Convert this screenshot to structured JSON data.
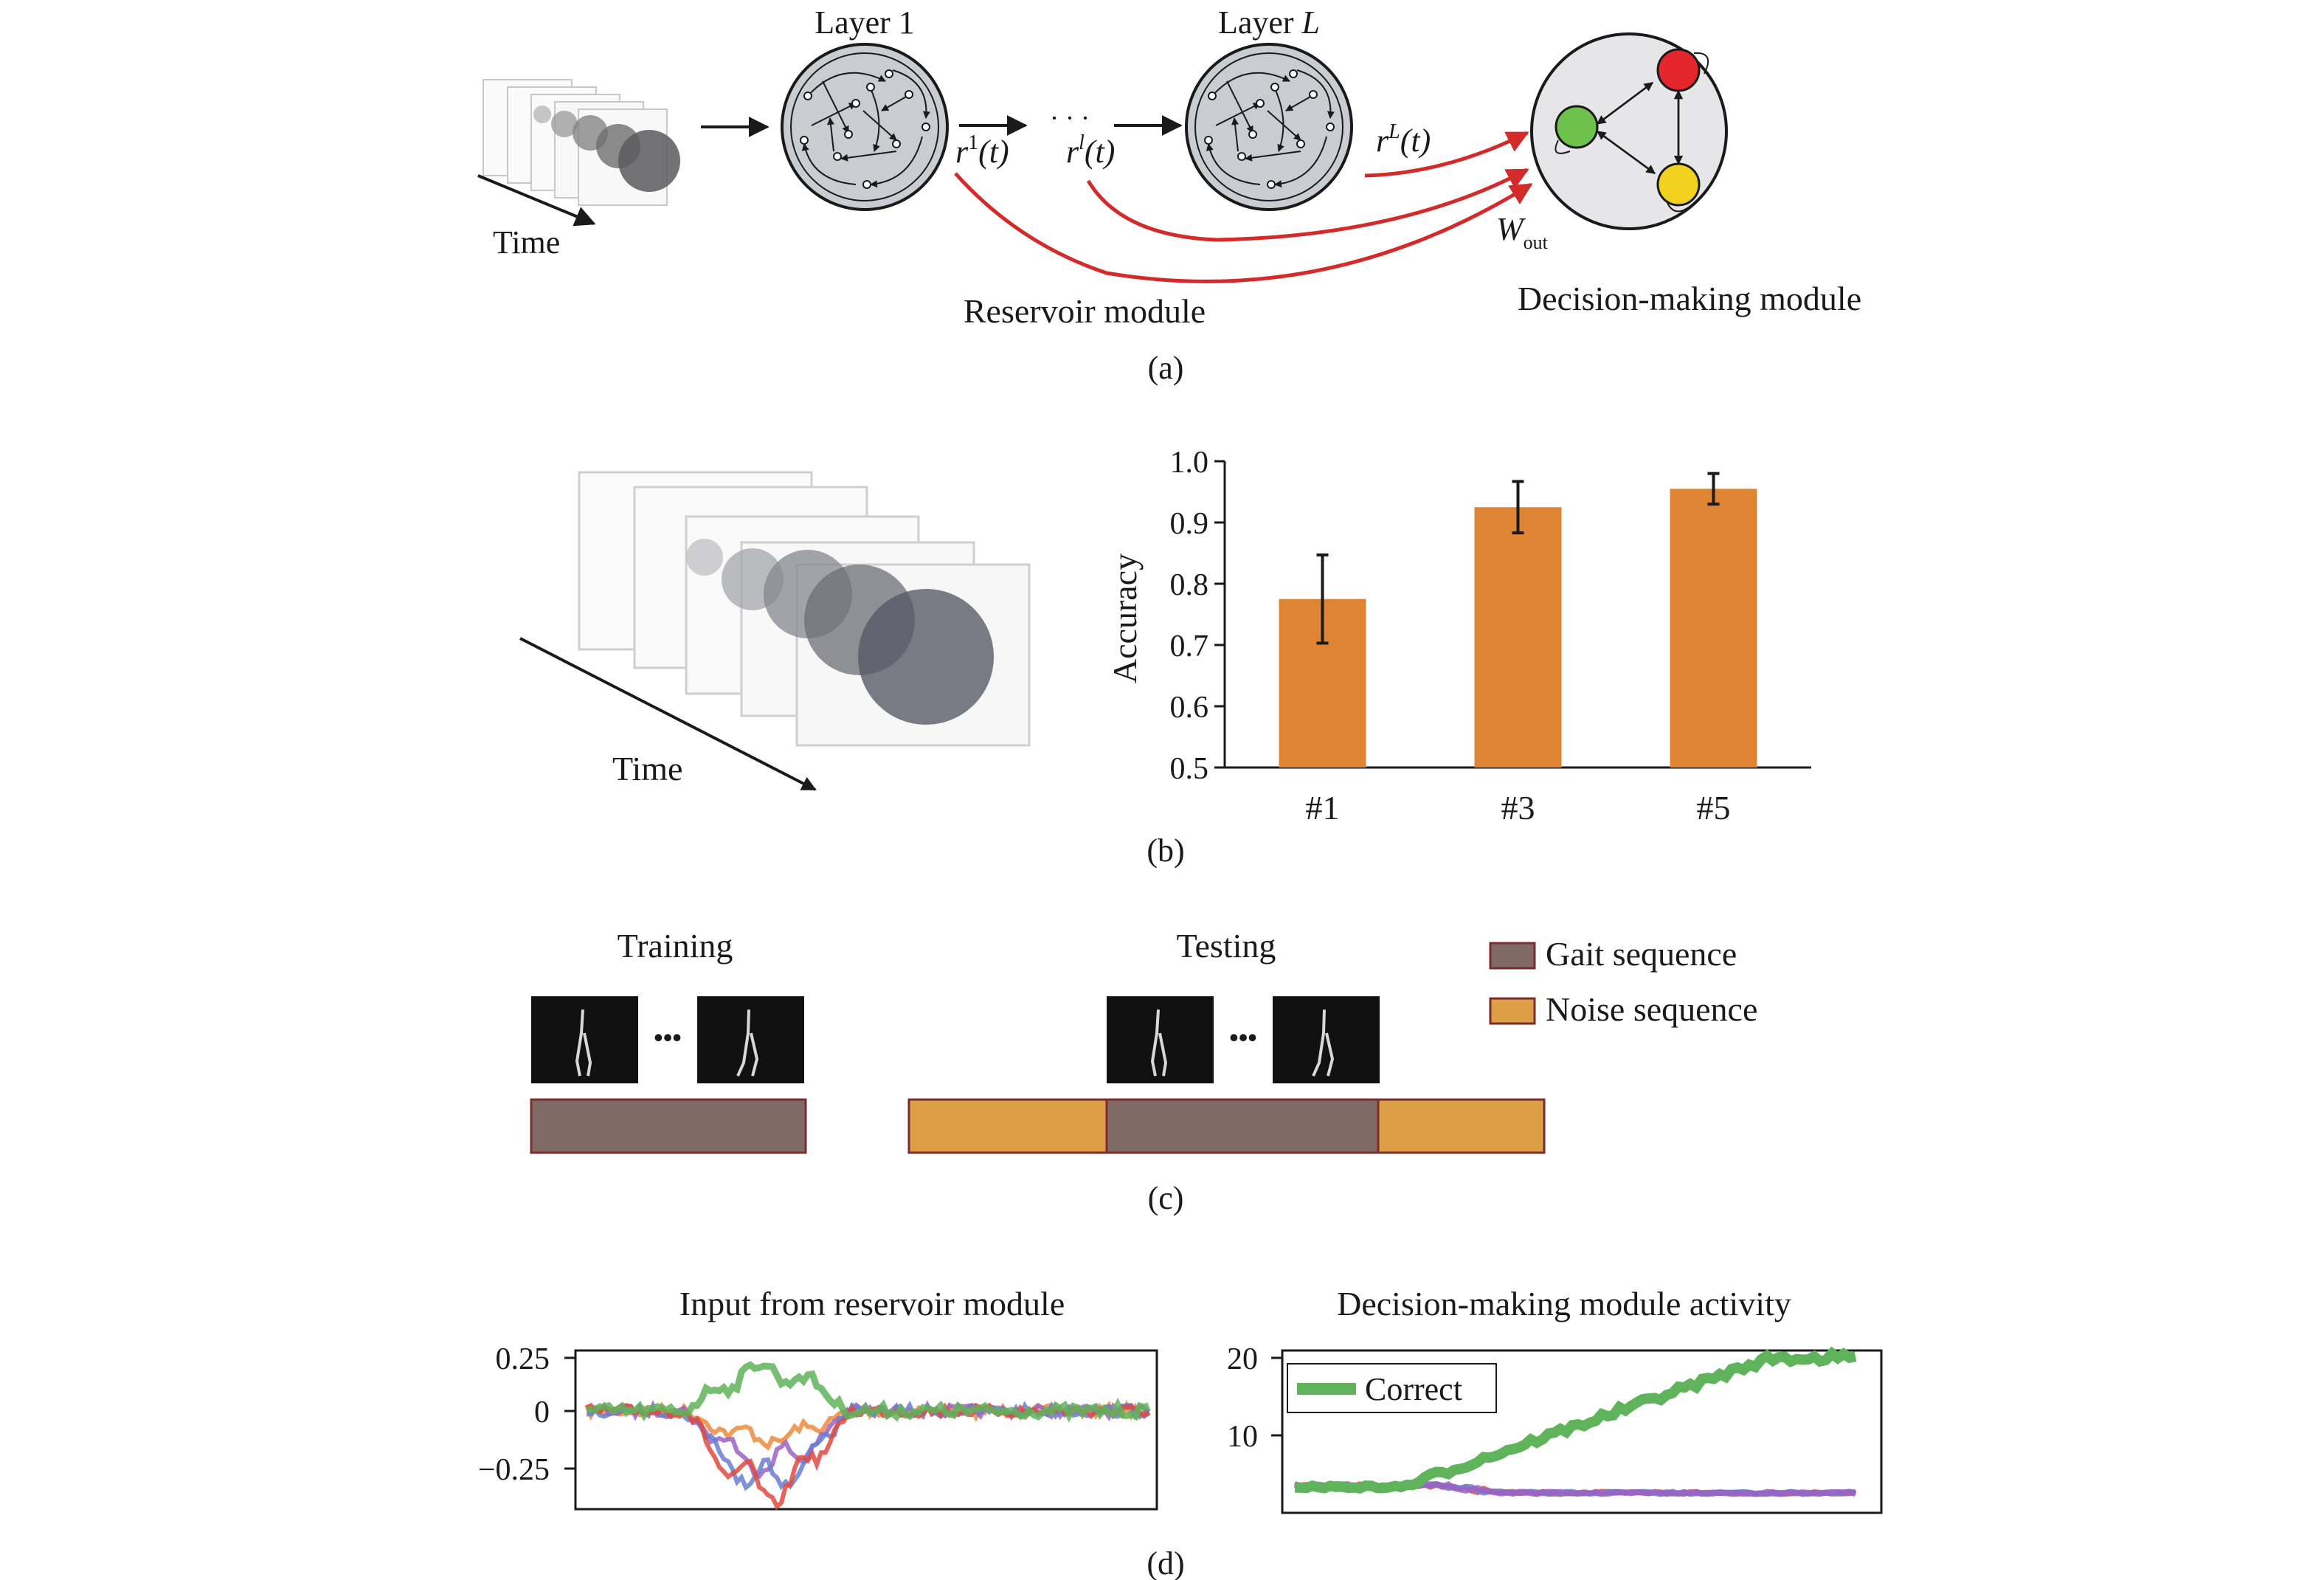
{
  "panel_a": {
    "layer_first": "Layer 1",
    "layer_last_prefix": "Layer ",
    "layer_last_var": "L",
    "time_label": "Time",
    "r1": {
      "base": "r",
      "sup": "1",
      "arg": "(t)"
    },
    "rl": {
      "base": "r",
      "sup": "l",
      "arg": "(t)"
    },
    "rL": {
      "base": "r",
      "sup": "L",
      "arg": "(t)"
    },
    "dots": "· · ·",
    "w_out": {
      "base": "W",
      "sub": "out"
    },
    "reservoir_label": "Reservoir module",
    "decision_label": "Decision-making module",
    "caption": "(a)",
    "colors": {
      "arrow": "#d42a2a",
      "node_red": "#e3262b",
      "node_green": "#6cc24a",
      "node_yellow": "#f2d11f",
      "reservoir_fill": "#c9ccd1"
    }
  },
  "panel_b": {
    "time_label": "Time",
    "caption": "(b)",
    "chart_data": {
      "type": "bar",
      "categories": [
        "#1",
        "#3",
        "#5"
      ],
      "values": [
        0.775,
        0.925,
        0.955
      ],
      "errors": [
        0.072,
        0.042,
        0.025
      ],
      "xlabel": "",
      "ylabel": "Accuracy",
      "ylim": [
        0.5,
        1.0
      ],
      "yticks": [
        "0.5",
        "0.6",
        "0.7",
        "0.8",
        "0.9",
        "1.0"
      ],
      "bar_color": "#de8432"
    }
  },
  "panel_c": {
    "training_label": "Training",
    "testing_label": "Testing",
    "legend": [
      {
        "label": "Gait sequence",
        "color": "#806a66"
      },
      {
        "label": "Noise sequence",
        "color": "#dd9e45"
      }
    ],
    "ellipsis": "•••",
    "caption": "(c)"
  },
  "panel_d": {
    "left_title": "Input from reservoir module",
    "right_title": "Decision-making module activity",
    "left_yticks": [
      "0.25",
      "0",
      "−0.25"
    ],
    "right_yticks": [
      "20",
      "10"
    ],
    "legend_label": "Correct",
    "caption": "(d)",
    "colors": {
      "green": "#5fb35a",
      "red": "#e04a3f",
      "blue": "#6a7fd0",
      "purple": "#9b63c4",
      "orange": "#ee8a3c"
    }
  }
}
